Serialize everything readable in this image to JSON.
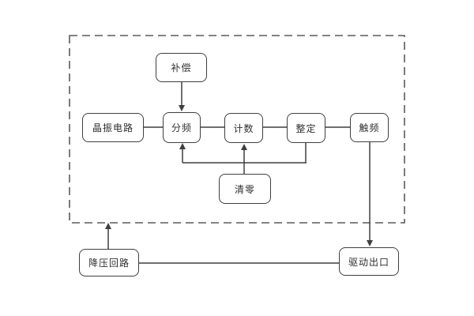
{
  "diagram": {
    "type": "block-diagram",
    "nodes": {
      "compensation": {
        "label": "补偿"
      },
      "crystal_oscillator": {
        "label": "晶振电路"
      },
      "frequency_divider": {
        "label": "分频"
      },
      "counter": {
        "label": "计数"
      },
      "setting": {
        "label": "整定"
      },
      "trigger_frequency": {
        "label": "触频"
      },
      "clear": {
        "label": "清零"
      },
      "step_down_circuit": {
        "label": "降压回路"
      },
      "drive_output": {
        "label": "驱动出口"
      }
    },
    "edges": [
      {
        "from": "compensation",
        "to": "frequency_divider",
        "arrow": true
      },
      {
        "from": "crystal_oscillator",
        "to": "frequency_divider",
        "arrow": false
      },
      {
        "from": "frequency_divider",
        "to": "counter",
        "arrow": false
      },
      {
        "from": "counter",
        "to": "setting",
        "arrow": false
      },
      {
        "from": "setting",
        "to": "trigger_frequency",
        "arrow": false
      },
      {
        "from": "clear",
        "to": "counter",
        "arrow": true
      },
      {
        "from": "clear",
        "to": "frequency_divider",
        "arrow": true,
        "via": "feedback-line"
      },
      {
        "from": "setting",
        "to": "feedback-line",
        "arrow": false
      },
      {
        "from": "trigger_frequency",
        "to": "drive_output",
        "arrow": true
      },
      {
        "from": "step_down_circuit",
        "to": "dashed-boundary",
        "arrow": true
      },
      {
        "from": "step_down_circuit",
        "to": "drive_output",
        "arrow": false
      }
    ],
    "colors": {
      "background": "#ffffff",
      "line": "#3f3f3f",
      "box_border": "#3f3f3f",
      "box_fill": "#ffffff",
      "text": "#2f2f2f",
      "dashed_border": "#5a5a5a"
    }
  }
}
